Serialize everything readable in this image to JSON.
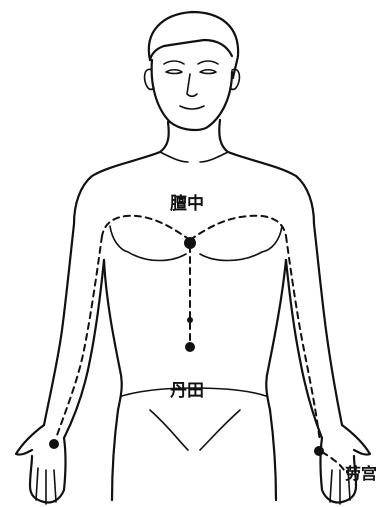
{
  "labels": {
    "chest_point": "膻中",
    "abdomen_point": "丹田",
    "palm_point": "劳宫"
  },
  "colors": {
    "ink": "#111111",
    "background": "#ffffff"
  }
}
